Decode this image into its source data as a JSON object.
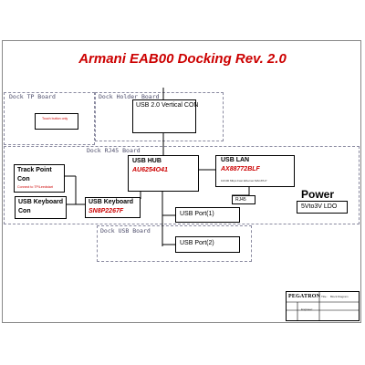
{
  "title": "Armani EAB00 Docking Rev. 2.0",
  "regions": {
    "dock_tp": "Dock TP Board",
    "dock_holder": "Dock Holder Board",
    "dock_rj45": "Dock RJ45 Board",
    "dock_usb": "Dock USB Board"
  },
  "blocks": {
    "usb_vertical_con": {
      "title": "USB 2.0 Vertical CON"
    },
    "touch_button": {
      "title": "Touch button only"
    },
    "track_point": {
      "title": "Track Point",
      "subtitle": "Con",
      "note": "Connect to TP/Leedstart"
    },
    "usb_hub": {
      "title": "USB HUB",
      "chip": "AU6254O41"
    },
    "usb_lan": {
      "title": "USB LAN",
      "chip": "AX88772BLF",
      "note": "10/100 Mbps Fast Ethernet MAC/PHY"
    },
    "rj45": {
      "title": "RJ45"
    },
    "usb_keyboard_con": {
      "title": "USB Keyboard",
      "subtitle": "Con"
    },
    "usb_keyboard": {
      "title": "USB Keyboard",
      "chip": "SN8P2267F"
    },
    "usb_port_1": {
      "title": "USB Port(1)"
    },
    "usb_port_2": {
      "title": "USB Port(2)"
    },
    "power_ldo": {
      "title": "5Vto3V LDO"
    }
  },
  "power_label": "Power",
  "title_block": {
    "company": "PEGATRON",
    "label_title": "Title :",
    "label_value": "Block Diagram",
    "label_engineer": "Engineer:"
  }
}
